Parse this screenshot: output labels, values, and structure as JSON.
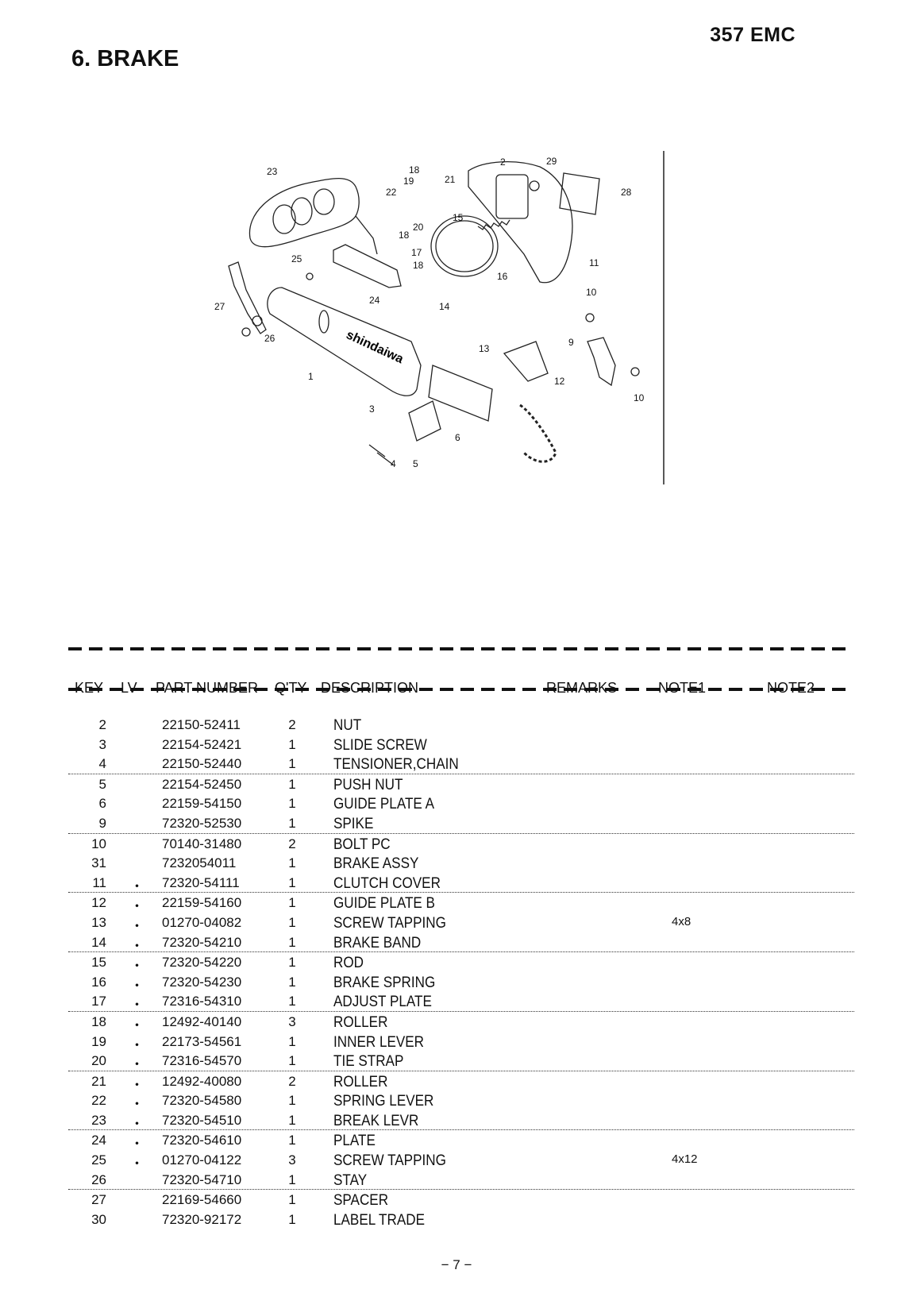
{
  "header": {
    "model": "357 EMC",
    "section_title": "6. BRAKE"
  },
  "diagram": {
    "brand_text": "shindaiwa",
    "callouts": [
      "23",
      "18",
      "19",
      "22",
      "21",
      "2",
      "29",
      "28",
      "15",
      "20",
      "18",
      "17",
      "18",
      "25",
      "24",
      "16",
      "14",
      "11",
      "27",
      "26",
      "10",
      "9",
      "13",
      "12",
      "10",
      "1",
      "3",
      "6",
      "4",
      "5"
    ]
  },
  "table": {
    "columns": [
      "KEY",
      "LV",
      "PART NUMBER",
      "Q'TY",
      "DESCRIPTION",
      "REMARKS",
      "NOTE1",
      "NOTE2"
    ],
    "rows": [
      {
        "key": "2",
        "lv": "",
        "part": "22150-52411",
        "qty": "2",
        "desc": "NUT",
        "note1": ""
      },
      {
        "key": "3",
        "lv": "",
        "part": "22154-52421",
        "qty": "1",
        "desc": "SLIDE SCREW",
        "note1": ""
      },
      {
        "key": "4",
        "lv": "",
        "part": "22150-52440",
        "qty": "1",
        "desc": "TENSIONER,CHAIN",
        "note1": ""
      },
      {
        "key": "5",
        "lv": "",
        "part": "22154-52450",
        "qty": "1",
        "desc": "PUSH NUT",
        "note1": ""
      },
      {
        "key": "6",
        "lv": "",
        "part": "22159-54150",
        "qty": "1",
        "desc": "GUIDE PLATE A",
        "note1": ""
      },
      {
        "key": "9",
        "lv": "",
        "part": "72320-52530",
        "qty": "1",
        "desc": "SPIKE",
        "note1": ""
      },
      {
        "key": "10",
        "lv": "",
        "part": "70140-31480",
        "qty": "2",
        "desc": "BOLT PC",
        "note1": ""
      },
      {
        "key": "31",
        "lv": "",
        "part": "7232054011",
        "qty": "1",
        "desc": "BRAKE ASSY",
        "note1": ""
      },
      {
        "key": "11",
        "lv": "・",
        "part": "72320-54111",
        "qty": "1",
        "desc": "CLUTCH COVER",
        "note1": ""
      },
      {
        "key": "12",
        "lv": "・",
        "part": "22159-54160",
        "qty": "1",
        "desc": "GUIDE PLATE B",
        "note1": ""
      },
      {
        "key": "13",
        "lv": "・",
        "part": "01270-04082",
        "qty": "1",
        "desc": "SCREW TAPPING",
        "note1": "4x8"
      },
      {
        "key": "14",
        "lv": "・",
        "part": "72320-54210",
        "qty": "1",
        "desc": "BRAKE BAND",
        "note1": ""
      },
      {
        "key": "15",
        "lv": "・",
        "part": "72320-54220",
        "qty": "1",
        "desc": "ROD",
        "note1": ""
      },
      {
        "key": "16",
        "lv": "・",
        "part": "72320-54230",
        "qty": "1",
        "desc": "BRAKE SPRING",
        "note1": ""
      },
      {
        "key": "17",
        "lv": "・",
        "part": "72316-54310",
        "qty": "1",
        "desc": "ADJUST PLATE",
        "note1": ""
      },
      {
        "key": "18",
        "lv": "・",
        "part": "12492-40140",
        "qty": "3",
        "desc": "ROLLER",
        "note1": ""
      },
      {
        "key": "19",
        "lv": "・",
        "part": "22173-54561",
        "qty": "1",
        "desc": "INNER LEVER",
        "note1": ""
      },
      {
        "key": "20",
        "lv": "・",
        "part": "72316-54570",
        "qty": "1",
        "desc": "TIE STRAP",
        "note1": ""
      },
      {
        "key": "21",
        "lv": "・",
        "part": "12492-40080",
        "qty": "2",
        "desc": "ROLLER",
        "note1": ""
      },
      {
        "key": "22",
        "lv": "・",
        "part": "72320-54580",
        "qty": "1",
        "desc": "SPRING LEVER",
        "note1": ""
      },
      {
        "key": "23",
        "lv": "・",
        "part": "72320-54510",
        "qty": "1",
        "desc": "BREAK LEVR",
        "note1": ""
      },
      {
        "key": "24",
        "lv": "・",
        "part": "72320-54610",
        "qty": "1",
        "desc": "PLATE",
        "note1": ""
      },
      {
        "key": "25",
        "lv": "・",
        "part": "01270-04122",
        "qty": "3",
        "desc": "SCREW TAPPING",
        "note1": "4x12"
      },
      {
        "key": "26",
        "lv": "",
        "part": "72320-54710",
        "qty": "1",
        "desc": "STAY",
        "note1": ""
      },
      {
        "key": "27",
        "lv": "",
        "part": "22169-54660",
        "qty": "1",
        "desc": "SPACER",
        "note1": ""
      },
      {
        "key": "30",
        "lv": "",
        "part": "72320-92172",
        "qty": "1",
        "desc": "LABEL TRADE",
        "note1": ""
      }
    ]
  },
  "footer": {
    "page_number": "− 7 −"
  }
}
